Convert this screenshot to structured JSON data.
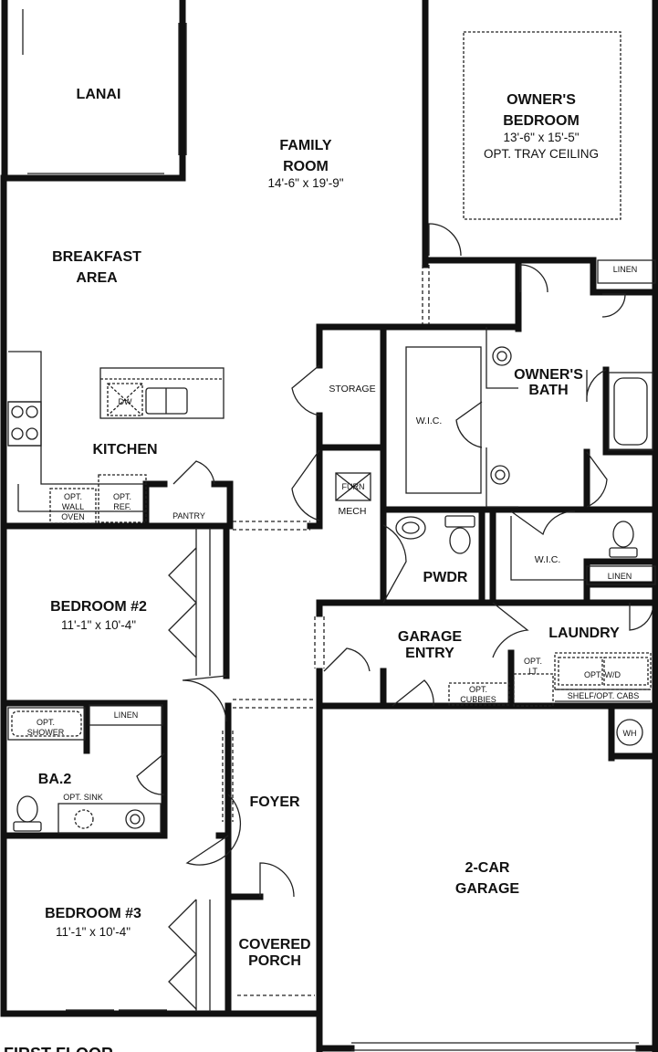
{
  "rooms": {
    "lanai": {
      "name": "LANAI"
    },
    "family_room": {
      "name_line1": "FAMILY",
      "name_line2": "ROOM",
      "dims": "14'-6\" x 19'-9\""
    },
    "owners_bedroom": {
      "name_line1": "OWNER'S",
      "name_line2": "BEDROOM",
      "dims": "13'-6\" x 15'-5\"",
      "note": "OPT. TRAY CEILING"
    },
    "breakfast_area": {
      "name_line1": "BREAKFAST",
      "name_line2": "AREA"
    },
    "kitchen": {
      "name": "KITCHEN"
    },
    "storage": {
      "name": "STORAGE"
    },
    "wic_main": {
      "name": "W.I.C."
    },
    "owners_bath": {
      "name_line1": "OWNER'S",
      "name_line2": "BATH"
    },
    "mech": {
      "name": "MECH",
      "furn": "FURN"
    },
    "pwdr": {
      "name": "PWDR"
    },
    "wic_small": {
      "name": "W.I.C."
    },
    "bedroom2": {
      "name": "BEDROOM #2",
      "dims": "11'-1\" x 10'-4\""
    },
    "garage_entry": {
      "name_line1": "GARAGE",
      "name_line2": "ENTRY"
    },
    "laundry": {
      "name": "LAUNDRY"
    },
    "ba2": {
      "name": "BA.2"
    },
    "foyer": {
      "name": "FOYER"
    },
    "garage": {
      "name_line1": "2-CAR",
      "name_line2": "GARAGE"
    },
    "bedroom3": {
      "name": "BEDROOM #3",
      "dims": "11'-1\" x 10'-4\""
    },
    "covered_porch": {
      "name_line1": "COVERED",
      "name_line2": "PORCH"
    }
  },
  "fixtures": {
    "dw": "DW",
    "opt_wall_oven": [
      "OPT.",
      "WALL",
      "OVEN"
    ],
    "opt_ref": [
      "OPT.",
      "REF."
    ],
    "pantry": "PANTRY",
    "linen_owner": "LINEN",
    "linen_laundry": "LINEN",
    "linen_ba2": "LINEN",
    "opt_shower": [
      "OPT.",
      "SHOWER"
    ],
    "opt_sink": "OPT. SINK",
    "opt_cubbies": [
      "OPT.",
      "CUBBIES"
    ],
    "opt_lt": [
      "OPT.",
      "LT"
    ],
    "opt_wd": "OPT. W/D",
    "shelf_opt_cabs": "SHELF/OPT. CABS",
    "wh": "WH"
  },
  "footer": {
    "title": "FIRST FLOOR"
  }
}
